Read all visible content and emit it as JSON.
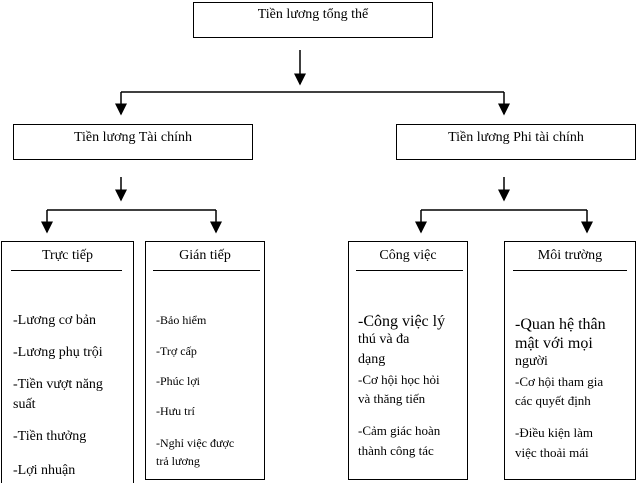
{
  "root": {
    "label": "Tiền lương tổng thể"
  },
  "financial": {
    "label": "Tiền lương Tài chính",
    "direct": {
      "label": "Trực tiếp",
      "items": [
        "-Lương cơ bản",
        "-Lương phụ trội",
        "-Tiền vượt năng",
        "suất",
        "-Tiền thưởng",
        "-Lợi nhuận"
      ]
    },
    "indirect": {
      "label": "Gián tiếp",
      "items": [
        "-Bảo hiểm",
        "-Trợ cấp",
        "-Phúc lợi",
        "-Hưu trí",
        "-Nghỉ việc được",
        "trả lương"
      ]
    }
  },
  "nonfinancial": {
    "label": "Tiền lương Phi tài chính",
    "work": {
      "label": "Công việc",
      "items": [
        "-Công việc lý",
        "thú và đa",
        "dạng",
        "-Cơ hội học hỏi",
        "và thăng tiến",
        "-Cảm giác hoàn",
        "thành công tác"
      ]
    },
    "environment": {
      "label": "Môi trường",
      "items": [
        "-Quan hệ thân",
        "mật với mọi",
        "người",
        "-Cơ hội tham gia",
        "các quyết định",
        "-Điều kiện làm",
        "việc thoải mái"
      ]
    }
  }
}
